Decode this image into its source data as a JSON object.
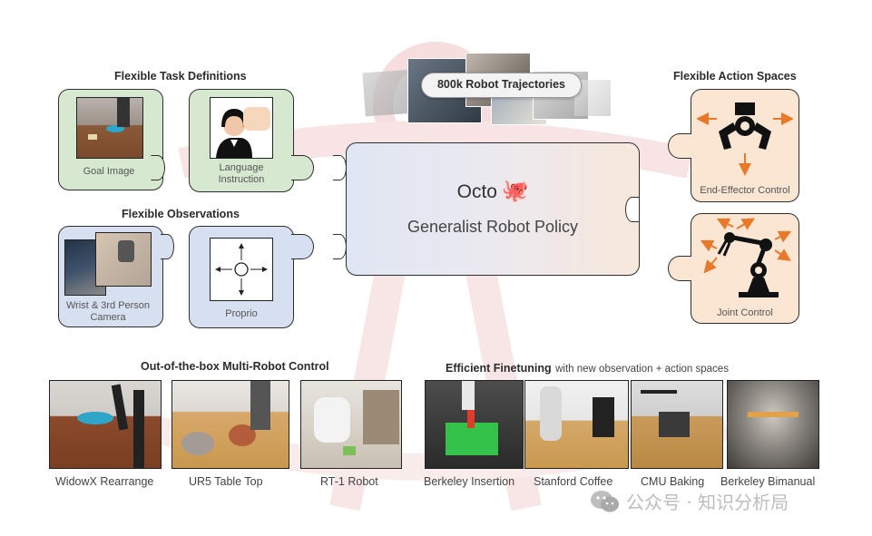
{
  "center": {
    "name": "Octo",
    "emoji": "🐙",
    "subtitle": "Generalist Robot Policy",
    "dataset_label": "800k Robot Trajectories"
  },
  "task_definitions": {
    "title": "Flexible Task Definitions",
    "goal_label": "Goal Image",
    "language_label_line1": "Language",
    "language_label_line2": "Instruction"
  },
  "observations": {
    "title": "Flexible Observations",
    "camera_label_line1": "Wrist & 3rd Person",
    "camera_label_line2": "Camera",
    "proprio_label": "Proprio"
  },
  "action_spaces": {
    "title": "Flexible Action Spaces",
    "end_effector_label": "End-Effector Control",
    "joint_label": "Joint Control"
  },
  "multi_robot": {
    "title": "Out-of-the-box Multi-Robot Control",
    "items": [
      "WidowX Rearrange",
      "UR5 Table Top",
      "RT-1 Robot"
    ]
  },
  "finetuning": {
    "title": "Efficient Finetuning",
    "title_suffix": "with new observation + action spaces",
    "items": [
      "Berkeley Insertion",
      "Stanford Coffee",
      "CMU Baking",
      "Berkeley Bimanual"
    ]
  },
  "watermark": "公众号 · 知识分析局",
  "colors": {
    "green": "#d7e8d0",
    "blue": "#d6e0f0",
    "peach": "#fbe6d3",
    "orange": "#e8782a",
    "outline": "#2e2e2e"
  }
}
